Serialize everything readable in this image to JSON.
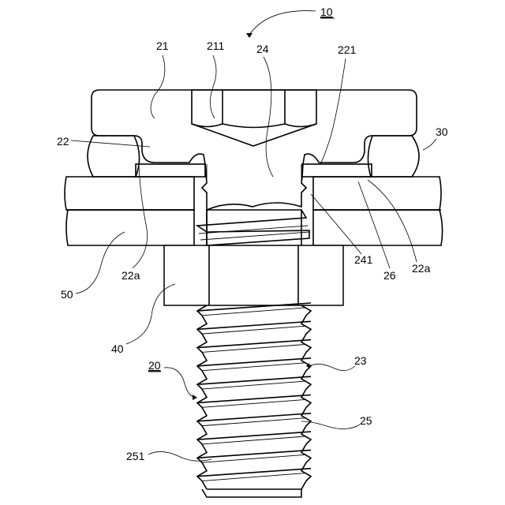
{
  "figure": {
    "labels": {
      "l10": "10",
      "l21": "21",
      "l211": "211",
      "l24": "24",
      "l221": "221",
      "l22": "22",
      "l30": "30",
      "l22a_left": "22a",
      "l50": "50",
      "l241": "241",
      "l26": "26",
      "l22a_right": "22a",
      "l40": "40",
      "l20": "20",
      "l23": "23",
      "l25": "25",
      "l251": "251"
    }
  }
}
